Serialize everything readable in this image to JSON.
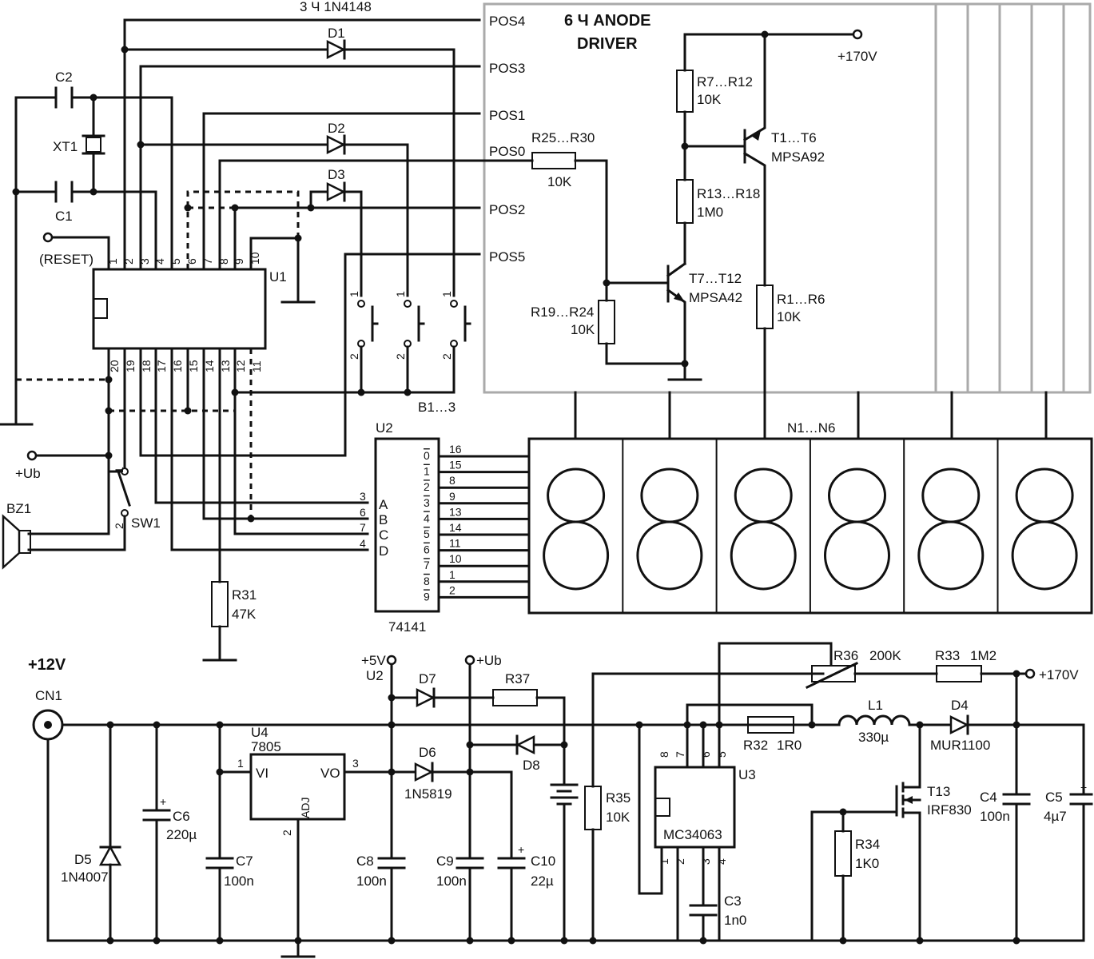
{
  "top_note": "3 Ч 1N4148",
  "anode_driver": {
    "line1": "6 Ч ANODE",
    "line2": "DRIVER"
  },
  "supply_170": "+170V",
  "pos_labels": {
    "pos4": "POS4",
    "pos3": "POS3",
    "pos1": "POS1",
    "pos0": "POS0",
    "pos2": "POS2",
    "pos5": "POS5"
  },
  "capacitors": {
    "c2": "C2",
    "c1": "C1",
    "xt1": "XT1",
    "c6": "C6",
    "c6v": "220µ",
    "c7": "C7",
    "c7v": "100n",
    "c8": "C8",
    "c8v": "100n",
    "c9": "C9",
    "c9v": "100n",
    "c10": "C10",
    "c10v": "22µ",
    "c3": "C3",
    "c3v": "1n0",
    "c4": "C4",
    "c4v": "100n",
    "c5": "C5",
    "c5v": "4µ7"
  },
  "diodes": {
    "d1": "D1",
    "d2": "D2",
    "d3": "D3",
    "d4": "D4",
    "d4v": "MUR1100",
    "d5": "D5",
    "d5v": "1N4007",
    "d6": "D6",
    "d6v": "1N5819",
    "d7": "D7",
    "d8": "D8"
  },
  "resistors": {
    "r7": "R7…R12",
    "r7v": "10K",
    "r13": "R13…R18",
    "r13v": "1M0",
    "r25": "R25…R30",
    "r25v": "10K",
    "r19": "R19…R24",
    "r19v": "10K",
    "r1": "R1…R6",
    "r1v": "10K",
    "r31": "R31",
    "r31v": "47K",
    "r36": "R36",
    "r36v": "200K",
    "r33": "R33",
    "r33v": "1M2",
    "r37": "R37",
    "r32": "R32",
    "r32v": "1R0",
    "r35": "R35",
    "r35v": "10K",
    "r34": "R34",
    "r34v": "1K0"
  },
  "transistors": {
    "t1": "T1…T6",
    "t1v": "MPSA92",
    "t7": "T7…T12",
    "t7v": "MPSA42",
    "t13": "T13",
    "t13v": "IRF830"
  },
  "ics": {
    "u1": "U1",
    "u2": "U2",
    "u2part": "74141",
    "u3": "U3",
    "u3part": "MC34063",
    "u4": "U4",
    "u4part": "7805",
    "u4vi": "VI",
    "u4vo": "VO",
    "u4adj": "ADJ",
    "u2a": "A",
    "u2b": "B",
    "u2c": "C",
    "u2d": "D"
  },
  "misc": {
    "reset": "(RESET)",
    "ub": "+Ub",
    "bz1": "BZ1",
    "sw1": "SW1",
    "b13": "B1…3",
    "n16": "N1…N6",
    "v12": "+12V",
    "cn1": "CN1",
    "v5": "+5V",
    "u2ref": "U2",
    "ub2": "+Ub",
    "l1": "L1",
    "l1v": "330µ",
    "plus170": "+170V"
  },
  "u1_pins_top": [
    "1",
    "2",
    "3",
    "4",
    "5",
    "6",
    "7",
    "8",
    "9",
    "10"
  ],
  "u1_pins_bottom": [
    "20",
    "19",
    "18",
    "17",
    "16",
    "15",
    "14",
    "13",
    "12",
    "11"
  ],
  "u2_inputs": [
    "3",
    "6",
    "7",
    "4"
  ],
  "u2_out_labels": [
    "0",
    "1",
    "2",
    "3",
    "4",
    "5",
    "6",
    "7",
    "8",
    "9"
  ],
  "u2_out_pins": [
    "16",
    "15",
    "8",
    "9",
    "13",
    "14",
    "11",
    "10",
    "1",
    "2"
  ],
  "switch_pins": [
    "1",
    "2"
  ],
  "u3_pins_top": [
    "8",
    "7",
    "6",
    "5"
  ],
  "u3_pins_bottom": [
    "1",
    "2",
    "3",
    "4"
  ],
  "digit_glyph": "8"
}
